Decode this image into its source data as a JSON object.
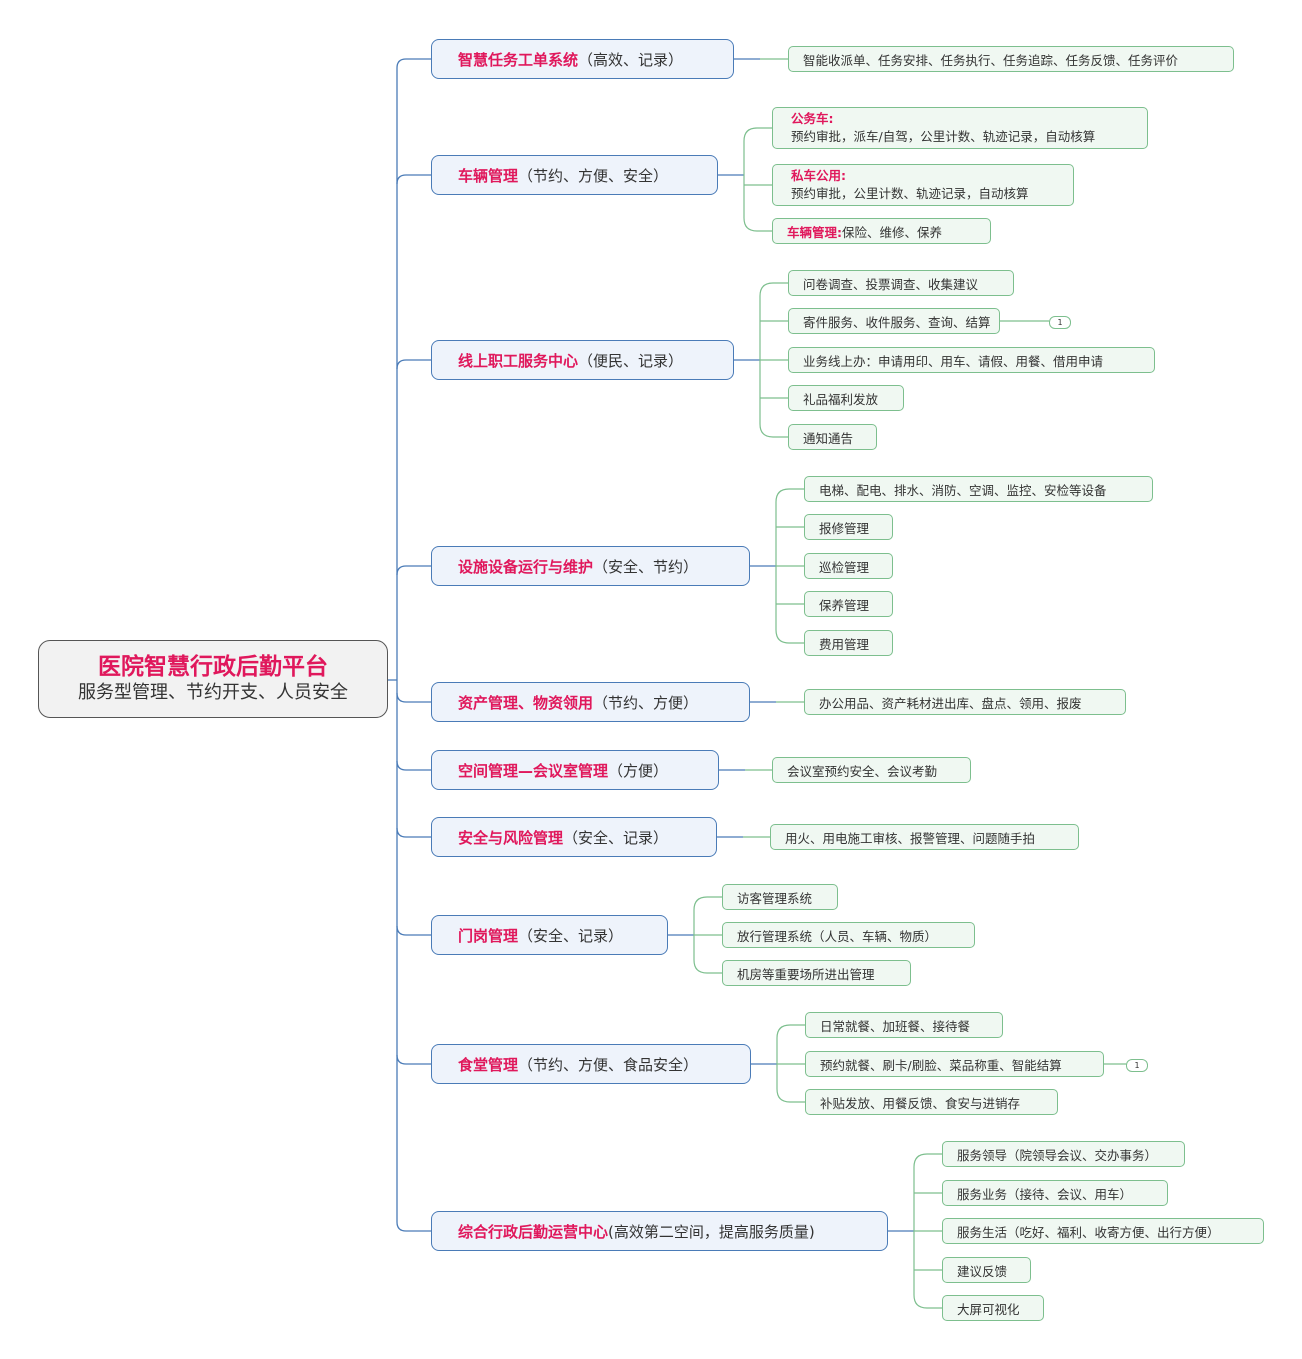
{
  "root": {
    "title": "医院智慧行政后勤平台",
    "subtitle": "服务型管理、节约开支、人员安全"
  },
  "colors": {
    "accent": "#e0185c",
    "branch_border": "#4a7bb7",
    "branch_fill": "#eef3fb",
    "leaf_border": "#7dbf8e",
    "leaf_fill": "#f0f8f2",
    "root_border": "#555555",
    "root_fill": "#f2f2f2"
  },
  "branches": [
    {
      "key": "智慧任务工单系统",
      "suffix": "（高效、记录）",
      "leaves": [
        {
          "text": "智能收派单、任务安排、任务执行、任务追踪、任务反馈、任务评价"
        }
      ]
    },
    {
      "key": "车辆管理",
      "suffix": "（节约、方便、安全）",
      "leaves": [
        {
          "key": "公务车:",
          "text": "预约审批，派车/自驾，公里计数、轨迹记录，自动核算"
        },
        {
          "key": "私车公用:",
          "text": "预约审批，公里计数、轨迹记录，自动核算"
        },
        {
          "key": "车辆管理:",
          "text": " 保险、维修、保养"
        }
      ]
    },
    {
      "key": "线上职工服务中心",
      "suffix": "（便民、记录）",
      "leaves": [
        {
          "text": "问卷调查、投票调查、收集建议"
        },
        {
          "text": "寄件服务、收件服务、查询、结算",
          "badge": "1"
        },
        {
          "text": "业务线上办：申请用印、用车、请假、用餐、借用申请"
        },
        {
          "text": "礼品福利发放"
        },
        {
          "text": "通知通告"
        }
      ]
    },
    {
      "key": "设施设备运行与维护",
      "suffix": "（安全、节约）",
      "leaves": [
        {
          "text": "电梯、配电、排水、消防、空调、监控、安检等设备"
        },
        {
          "text": "报修管理"
        },
        {
          "text": "巡检管理"
        },
        {
          "text": "保养管理"
        },
        {
          "text": "费用管理"
        }
      ]
    },
    {
      "key": "资产管理、物资领用",
      "suffix": "（节约、方便）",
      "leaves": [
        {
          "text": "办公用品、资产耗材进出库、盘点、领用、报废"
        }
      ]
    },
    {
      "key": "空间管理—会议室管理",
      "suffix": "（方便）",
      "leaves": [
        {
          "text": "会议室预约安全、会议考勤"
        }
      ]
    },
    {
      "key": "安全与风险管理",
      "suffix": "（安全、记录）",
      "leaves": [
        {
          "text": "用火、用电施工审核、报警管理、问题随手拍"
        }
      ]
    },
    {
      "key": "门岗管理",
      "suffix": "（安全、记录）",
      "leaves": [
        {
          "text": "访客管理系统"
        },
        {
          "text": "放行管理系统（人员、车辆、物质）"
        },
        {
          "text": "机房等重要场所进出管理"
        }
      ]
    },
    {
      "key": "食堂管理",
      "suffix": "（节约、方便、食品安全）",
      "leaves": [
        {
          "text": "日常就餐、加班餐、接待餐"
        },
        {
          "text": "预约就餐、刷卡/刷脸、菜品称重、智能结算",
          "badge": "1"
        },
        {
          "text": "补贴发放、用餐反馈、食安与进销存"
        }
      ]
    },
    {
      "key": "综合行政后勤运营中心",
      "suffix": "(高效第二空间，提高服务质量)",
      "leaves": [
        {
          "text": "服务领导（院领导会议、交办事务）"
        },
        {
          "text": "服务业务（接待、会议、用车）"
        },
        {
          "text": "服务生活（吃好、福利、收寄方便、出行方便）"
        },
        {
          "text": "建议反馈"
        },
        {
          "text": "大屏可视化"
        }
      ]
    }
  ]
}
